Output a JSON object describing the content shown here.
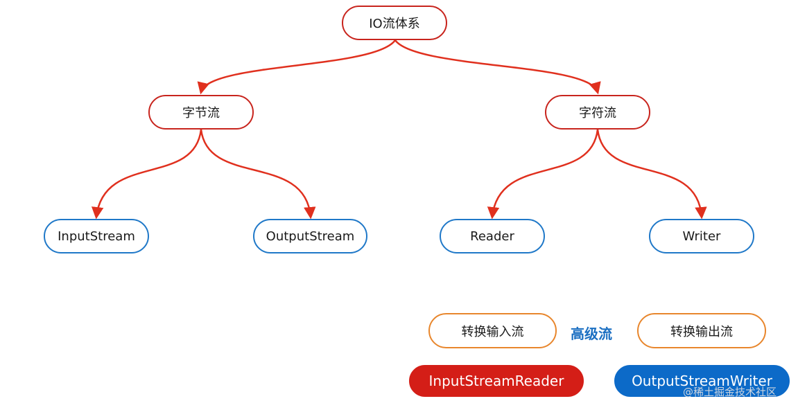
{
  "diagram": {
    "root": "IO流体系",
    "branches": [
      {
        "label": "字节流",
        "children": [
          "InputStream",
          "OutputStream"
        ]
      },
      {
        "label": "字符流",
        "children": [
          "Reader",
          "Writer"
        ]
      }
    ],
    "advanced": {
      "title": "高级流",
      "convert_input": "转换输入流",
      "convert_output": "转换输出流",
      "input_class": "InputStreamReader",
      "output_class": "OutputStreamWriter"
    },
    "watermark": "@稀土掘金技术社区"
  },
  "colors": {
    "edge": "#e0301e",
    "border_red": "#c8241d",
    "border_blue": "#1f78c8",
    "border_orange": "#e8862c",
    "fill_red": "#d41e17",
    "fill_blue": "#0c6ac8"
  }
}
